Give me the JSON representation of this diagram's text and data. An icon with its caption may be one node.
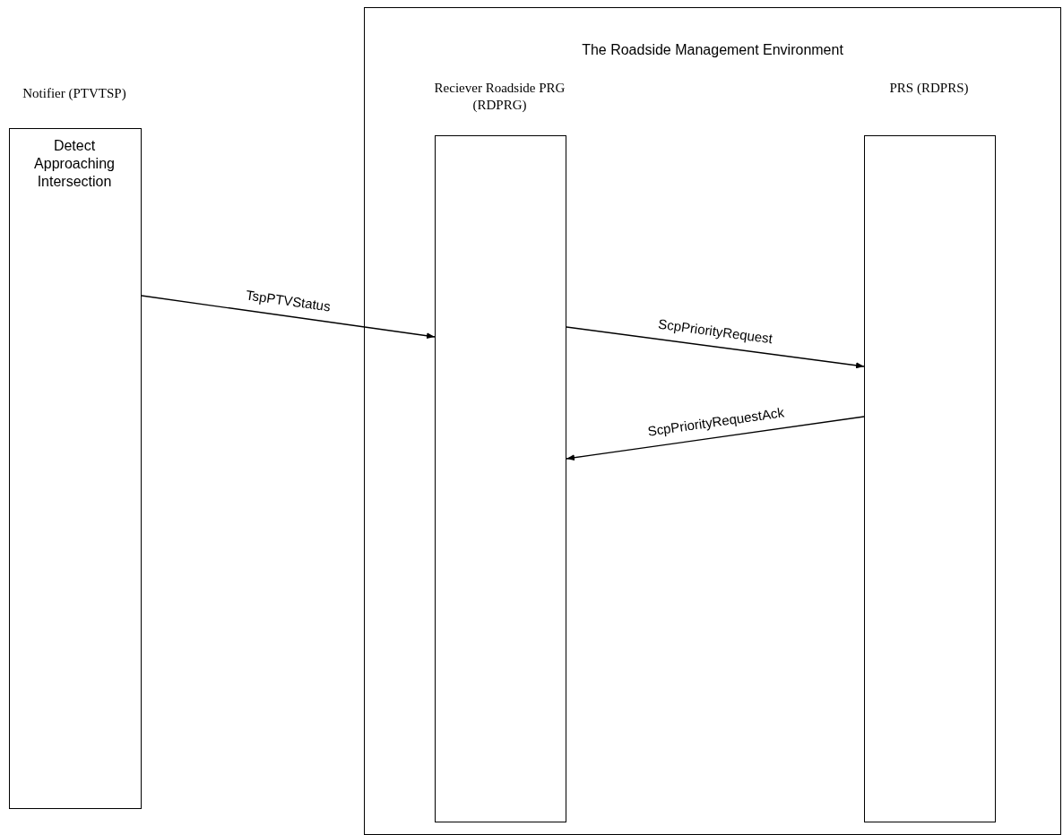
{
  "diagram": {
    "nodes": [
      {
        "text": [
          "Notifier (PTVTSP)",
          "Detect Approaching Intersection"
        ]
      },
      {
        "text": [
          "The Roadside Management Environment"
        ]
      },
      {
        "text": [
          "Reciever Roadside PRG (RDPRG)"
        ],
        "in": 1
      },
      {
        "text": [
          "PRS (RDPRS)"
        ],
        "in": 1
      }
    ],
    "edges": [
      {
        "from": 0,
        "to": 2,
        "arrow": "to",
        "label": "TspPTVStatus"
      },
      {
        "from": 2,
        "to": 3,
        "arrow": "to",
        "label": "ScpPriorityRequest"
      },
      {
        "from": 3,
        "to": 2,
        "arrow": "to",
        "label": "ScpPriorityRequestAck"
      }
    ]
  }
}
